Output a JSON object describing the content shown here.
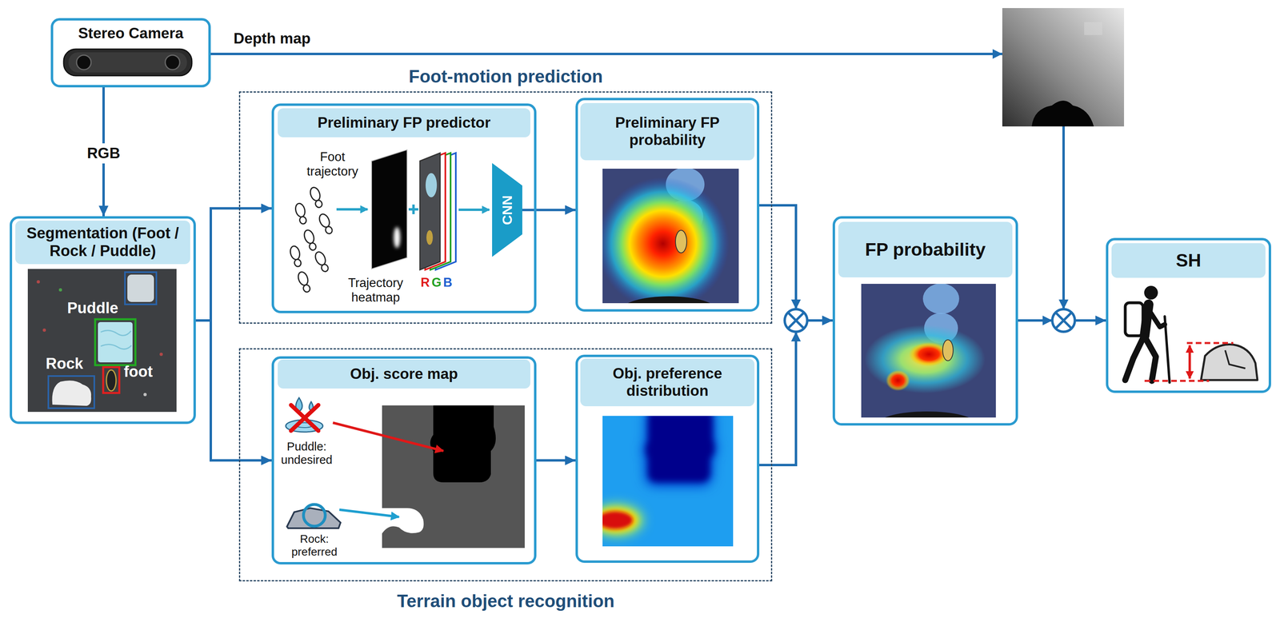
{
  "diagram": {
    "nodes": [
      {
        "text": [
          "Stereo Camera"
        ]
      },
      {
        "text": [
          "Foot-motion prediction"
        ]
      },
      {
        "text": [
          "Preliminary FP predictor",
          "Foot trajectory",
          "Trajectory heatmap",
          "R",
          "G",
          "B"
        ],
        "in": 1
      },
      {
        "text": [
          "CNN"
        ],
        "in": 2
      },
      {
        "text": [
          "Preliminary FP probability"
        ],
        "in": 1
      },
      {
        "text": [
          "Segmentation (Foot / Rock / Puddle)",
          "Puddle",
          "Rock",
          "foot"
        ]
      },
      {
        "text": [
          "FP probability"
        ]
      },
      {
        "text": [
          "SH"
        ]
      },
      {
        "text": [
          "Terrain object recognition"
        ]
      },
      {
        "text": [
          "Obj. score map",
          "Puddle: undesired",
          "Rock: preferred"
        ],
        "in": 8
      },
      {
        "text": [
          "Obj. preference distribution"
        ],
        "in": 8
      }
    ],
    "edges": [
      {
        "from": 0,
        "to": 5,
        "label": "RGB",
        "arrow": "to"
      },
      {
        "from": 0,
        "to": 7,
        "label": "Depth map",
        "arrow": "to"
      },
      {
        "from": 5,
        "to": 2,
        "arrow": "to"
      },
      {
        "from": 5,
        "to": 9,
        "arrow": "to"
      },
      {
        "from": 3,
        "to": 4,
        "arrow": "to"
      },
      {
        "from": 9,
        "to": 10,
        "arrow": "to"
      },
      {
        "from": 4,
        "to": 6,
        "arrow": "to"
      },
      {
        "from": 10,
        "to": 6,
        "arrow": "to"
      },
      {
        "from": 6,
        "to": 7,
        "arrow": "to"
      }
    ]
  }
}
